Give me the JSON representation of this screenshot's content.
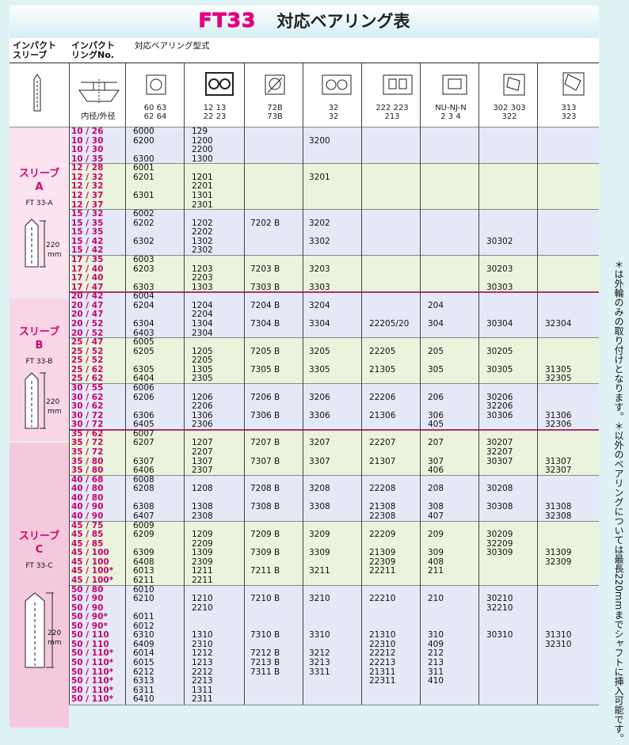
{
  "title": {
    "code": "FT33",
    "text": "対応ベアリング表"
  },
  "header": {
    "col1": [
      "インパクト",
      "スリーブ"
    ],
    "col2": [
      "インパクト",
      "リングNo."
    ],
    "bearing_type": "対応ベアリング型式",
    "ring_dims": "内径/外径",
    "columns": [
      [
        "60 63",
        "62 64"
      ],
      [
        "12 13",
        "22 23"
      ],
      [
        "72B",
        "73B"
      ],
      [
        "32",
        "32"
      ],
      [
        "222 223",
        "213"
      ],
      [
        "NU-NJ-N",
        "2 3 4"
      ],
      [
        "302 303",
        "322"
      ],
      [
        "313",
        "323"
      ]
    ]
  },
  "sleeves": [
    {
      "name": [
        "スリーブ",
        "A"
      ],
      "code": "FT 33-A",
      "length": "220",
      "unit": "mm"
    },
    {
      "name": [
        "スリーブ",
        "B"
      ],
      "code": "FT 33-B",
      "length": "220",
      "unit": "mm"
    },
    {
      "name": [
        "スリーブ",
        "C"
      ],
      "code": "FT 33-C",
      "length": "220",
      "unit": "mm"
    }
  ],
  "rows": [
    [
      "10 / 26",
      "6000",
      "129",
      "",
      "",
      "",
      "",
      "",
      ""
    ],
    [
      "10 / 30",
      "6200",
      "1200",
      "",
      "3200",
      "",
      "",
      "",
      ""
    ],
    [
      "10 / 30",
      "",
      "2200",
      "",
      "",
      "",
      "",
      "",
      ""
    ],
    [
      "10 / 35",
      "6300",
      "1300",
      "",
      "",
      "",
      "",
      "",
      ""
    ],
    [
      "12 / 28",
      "6001",
      "",
      "",
      "",
      "",
      "",
      "",
      ""
    ],
    [
      "12 / 32",
      "6201",
      "1201",
      "",
      "3201",
      "",
      "",
      "",
      ""
    ],
    [
      "12 / 32",
      "",
      "2201",
      "",
      "",
      "",
      "",
      "",
      ""
    ],
    [
      "12 / 37",
      "6301",
      "1301",
      "",
      "",
      "",
      "",
      "",
      ""
    ],
    [
      "12 / 37",
      "",
      "2301",
      "",
      "",
      "",
      "",
      "",
      ""
    ],
    [
      "15 / 32",
      "6002",
      "",
      "",
      "",
      "",
      "",
      "",
      ""
    ],
    [
      "15 / 35",
      "6202",
      "1202",
      "7202 B",
      "3202",
      "",
      "",
      "",
      ""
    ],
    [
      "15 / 35",
      "",
      "2202",
      "",
      "",
      "",
      "",
      "",
      ""
    ],
    [
      "15 / 42",
      "6302",
      "1302",
      "",
      "3302",
      "",
      "",
      "30302",
      ""
    ],
    [
      "15 / 42",
      "",
      "2302",
      "",
      "",
      "",
      "",
      "",
      ""
    ],
    [
      "17 / 35",
      "6003",
      "",
      "",
      "",
      "",
      "",
      "",
      ""
    ],
    [
      "17 / 40",
      "6203",
      "1203",
      "7203 B",
      "3203",
      "",
      "",
      "30203",
      ""
    ],
    [
      "17 / 40",
      "",
      "2203",
      "",
      "",
      "",
      "",
      "",
      ""
    ],
    [
      "17 / 47",
      "6303",
      "1303",
      "7303 B",
      "3303",
      "",
      "",
      "30303",
      ""
    ],
    [
      "20 / 42",
      "6004",
      "",
      "",
      "",
      "",
      "",
      "",
      ""
    ],
    [
      "20 / 47",
      "6204",
      "1204",
      "7204 B",
      "3204",
      "",
      "204",
      "",
      ""
    ],
    [
      "20 / 47",
      "",
      "2204",
      "",
      "",
      "",
      "",
      "",
      ""
    ],
    [
      "20 / 52",
      "6304",
      "1304",
      "7304 B",
      "3304",
      "22205/20",
      "304",
      "30304",
      "32304"
    ],
    [
      "20 / 52",
      "6403",
      "2304",
      "",
      "",
      "",
      "",
      "",
      ""
    ],
    [
      "25 / 47",
      "6005",
      "",
      "",
      "",
      "",
      "",
      "",
      ""
    ],
    [
      "25 / 52",
      "6205",
      "1205",
      "7205 B",
      "3205",
      "22205",
      "205",
      "30205",
      ""
    ],
    [
      "25 / 52",
      "",
      "2205",
      "",
      "",
      "",
      "",
      "",
      ""
    ],
    [
      "25 / 62",
      "6305",
      "1305",
      "7305 B",
      "3305",
      "21305",
      "305",
      "30305",
      "31305"
    ],
    [
      "25 / 62",
      "6404",
      "2305",
      "",
      "",
      "",
      "",
      "",
      "32305"
    ],
    [
      "30 / 55",
      "6006",
      "",
      "",
      "",
      "",
      "",
      "",
      ""
    ],
    [
      "30 / 62",
      "6206",
      "1206",
      "7206 B",
      "3206",
      "22206",
      "206",
      "30206",
      ""
    ],
    [
      "30 / 62",
      "",
      "2206",
      "",
      "",
      "",
      "",
      "32206",
      ""
    ],
    [
      "30 / 72",
      "6306",
      "1306",
      "7306 B",
      "3306",
      "21306",
      "306",
      "30306",
      "31306"
    ],
    [
      "30 / 72",
      "6405",
      "2306",
      "",
      "",
      "",
      "405",
      "",
      "32306"
    ],
    [
      "35 / 62",
      "6007",
      "",
      "",
      "",
      "",
      "",
      "",
      ""
    ],
    [
      "35 / 72",
      "6207",
      "1207",
      "7207 B",
      "3207",
      "22207",
      "207",
      "30207",
      ""
    ],
    [
      "35 / 72",
      "",
      "2207",
      "",
      "",
      "",
      "",
      "32207",
      ""
    ],
    [
      "35 / 80",
      "6307",
      "1307",
      "7307 B",
      "3307",
      "21307",
      "307",
      "30307",
      "31307"
    ],
    [
      "35 / 80",
      "6406",
      "2307",
      "",
      "",
      "",
      "406",
      "",
      "32307"
    ],
    [
      "40 / 68",
      "6008",
      "",
      "",
      "",
      "",
      "",
      "",
      ""
    ],
    [
      "40 / 80",
      "6208",
      "1208",
      "7208 B",
      "3208",
      "22208",
      "208",
      "30208",
      ""
    ],
    [
      "40 / 80",
      "",
      "",
      "",
      "",
      "",
      "",
      "",
      ""
    ],
    [
      "40 / 90",
      "6308",
      "1308",
      "7308 B",
      "3308",
      "21308",
      "308",
      "30308",
      "31308"
    ],
    [
      "40 / 90",
      "6407",
      "2308",
      "",
      "",
      "22308",
      "407",
      "",
      "32308"
    ],
    [
      "45 / 75",
      "6009",
      "",
      "",
      "",
      "",
      "",
      "",
      ""
    ],
    [
      "45 / 85",
      "6209",
      "1209",
      "7209 B",
      "3209",
      "22209",
      "209",
      "30209",
      ""
    ],
    [
      "45 / 85",
      "",
      "2209",
      "",
      "",
      "",
      "",
      "32209",
      ""
    ],
    [
      "45 / 100",
      "6309",
      "1309",
      "7309 B",
      "3309",
      "21309",
      "309",
      "30309",
      "31309"
    ],
    [
      "45 / 100",
      "6408",
      "2309",
      "",
      "",
      "22309",
      "408",
      "",
      "32309"
    ],
    [
      "45 / 100*",
      "6013",
      "1211",
      "7211 B",
      "3211",
      "22211",
      "211",
      "",
      ""
    ],
    [
      "45 / 100*",
      "6211",
      "2211",
      "",
      "",
      "",
      "",
      "",
      ""
    ],
    [
      "50 / 80",
      "6010",
      "",
      "",
      "",
      "",
      "",
      "",
      ""
    ],
    [
      "50 / 90",
      "6210",
      "1210",
      "7210 B",
      "3210",
      "22210",
      "210",
      "30210",
      ""
    ],
    [
      "50 / 90",
      "",
      "2210",
      "",
      "",
      "",
      "",
      "32210",
      ""
    ],
    [
      "50 / 90*",
      "6011",
      "",
      "",
      "",
      "",
      "",
      "",
      ""
    ],
    [
      "50 / 90*",
      "6012",
      "",
      "",
      "",
      "",
      "",
      "",
      ""
    ],
    [
      "50 / 110",
      "6310",
      "1310",
      "7310 B",
      "3310",
      "21310",
      "310",
      "30310",
      "31310"
    ],
    [
      "50 / 110",
      "6409",
      "2310",
      "",
      "",
      "22310",
      "409",
      "",
      "32310"
    ],
    [
      "50 / 110*",
      "6014",
      "1212",
      "7212 B",
      "3212",
      "22212",
      "212",
      "",
      ""
    ],
    [
      "50 / 110*",
      "6015",
      "1213",
      "7213 B",
      "3213",
      "22213",
      "213",
      "",
      ""
    ],
    [
      "50 / 110*",
      "6212",
      "2212",
      "7311 B",
      "3311",
      "21311",
      "311",
      "",
      ""
    ],
    [
      "50 / 110*",
      "6313",
      "2213",
      "",
      "",
      "22311",
      "410",
      "",
      ""
    ],
    [
      "50 / 110*",
      "6311",
      "1311",
      "",
      "",
      "",
      "",
      "",
      ""
    ],
    [
      "50 / 110*",
      "6410",
      "2311",
      "",
      "",
      "",
      "",
      "",
      ""
    ]
  ],
  "side_note": "＊は外輪のみの取り付けとなります。＊以外のベアリングについては最長220mmまでシャフトに挿入可能です。",
  "colors": {
    "pink": "#e4007f",
    "band_blue": "#e4e8f7",
    "band_green": "#eaf3dc",
    "sleeve_bg": "#fbe3ef"
  }
}
